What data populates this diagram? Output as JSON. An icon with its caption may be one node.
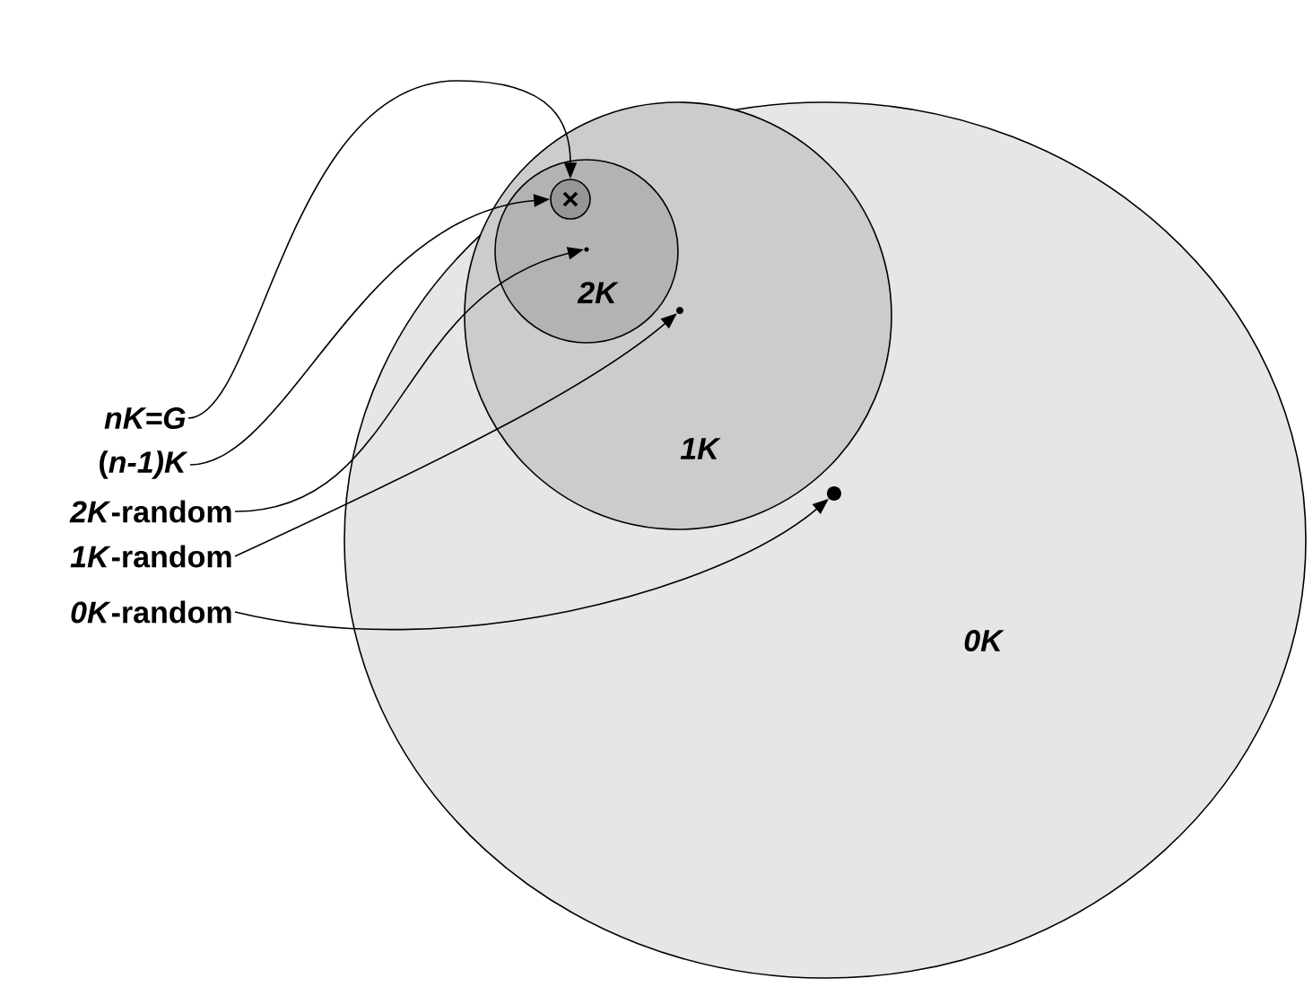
{
  "diagram": {
    "nodes": [
      {
        "text": [
          "0K"
        ]
      },
      {
        "text": [
          "1K"
        ],
        "in": 0
      },
      {
        "text": [
          "2K"
        ],
        "in": 1
      },
      {
        "text": [],
        "shape": "circle",
        "in": 2
      },
      {
        "text": [],
        "shape": "dot",
        "in": 2
      },
      {
        "text": [],
        "shape": "dot",
        "in": 1
      },
      {
        "text": [],
        "shape": "dot",
        "in": 0
      },
      {
        "text": [
          "nK=G"
        ]
      },
      {
        "text": [
          "(*n-1)K*"
        ]
      },
      {
        "text": [
          "*2K*-random"
        ]
      },
      {
        "text": [
          "*1K*-random"
        ]
      },
      {
        "text": [
          "*0K*-random"
        ]
      }
    ],
    "edges": [
      {
        "from": 7,
        "to": 3,
        "arrow": "to"
      },
      {
        "from": 8,
        "to": 3,
        "arrow": "to"
      },
      {
        "from": 9,
        "to": 4,
        "arrow": "to"
      },
      {
        "from": 10,
        "to": 5,
        "arrow": "to"
      },
      {
        "from": 11,
        "to": 6,
        "arrow": "to"
      }
    ]
  }
}
